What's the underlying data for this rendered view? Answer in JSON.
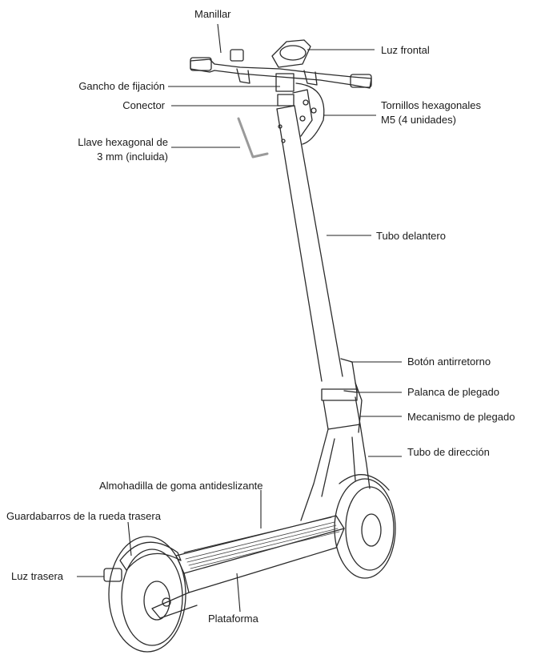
{
  "labels": {
    "manillar": "Manillar",
    "luz_frontal": "Luz frontal",
    "gancho": "Gancho de fijación",
    "conector": "Conector",
    "tornillos_1": "Tornillos hexagonales",
    "tornillos_2": "M5 (4 unidades)",
    "llave_1": "Llave hexagonal de",
    "llave_2": "3 mm (incluida)",
    "tubo_delantero": "Tubo delantero",
    "boton": "Botón antirretorno",
    "palanca": "Palanca de plegado",
    "mecanismo": "Mecanismo de plegado",
    "tubo_direccion": "Tubo de dirección",
    "almohadilla": "Almohadilla de goma antideslizante",
    "guardabarros": "Guardabarros de la rueda trasera",
    "luz_trasera": "Luz trasera",
    "plataforma": "Plataforma"
  }
}
